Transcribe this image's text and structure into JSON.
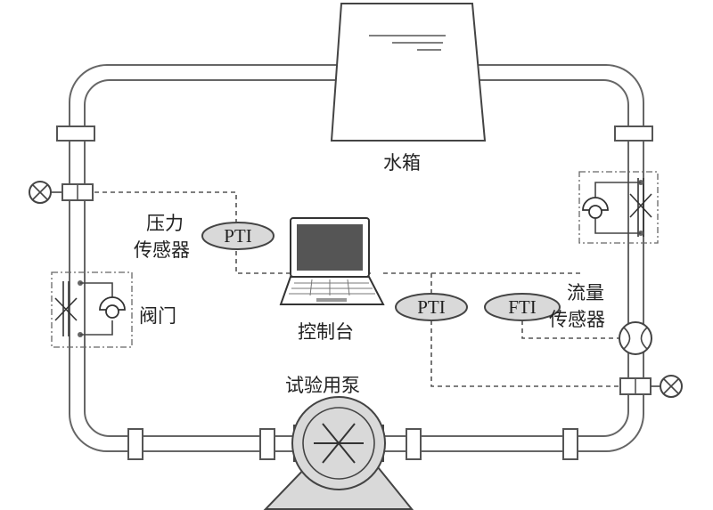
{
  "labels": {
    "tank": "水箱",
    "pressure_sensor_line1": "压力",
    "pressure_sensor_line2": "传感器",
    "valve": "阀门",
    "console": "控制台",
    "flow_sensor_line1": "流量",
    "flow_sensor_line2": "传感器",
    "pump": "试验用泵"
  },
  "instruments": {
    "pti_left": "PTI",
    "pti_right": "PTI",
    "fti": "FTI"
  }
}
